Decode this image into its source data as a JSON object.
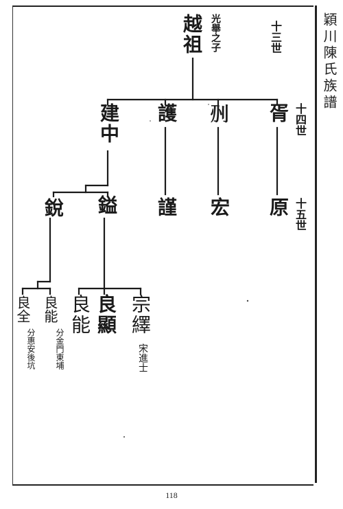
{
  "side_title": "穎川陳氏族譜",
  "generations": {
    "g13": "十三世",
    "g14": "十四世",
    "g15": "十五世"
  },
  "root": {
    "name": "越祖",
    "note": "光舉之子"
  },
  "gen14": [
    "建中",
    "護",
    "𠛂",
    "胥"
  ],
  "gen15": [
    "銳",
    "鎰",
    "謹",
    "宏",
    "原"
  ],
  "gen16": [
    {
      "name": "良全",
      "note": "分惠安後坑"
    },
    {
      "name": "良能",
      "note": "分金門東埔"
    },
    {
      "name": "良能",
      "note": ""
    },
    {
      "name": "良顯",
      "note": ""
    },
    {
      "name": "宗繹",
      "note": "宋進士"
    }
  ],
  "page_number": "118"
}
